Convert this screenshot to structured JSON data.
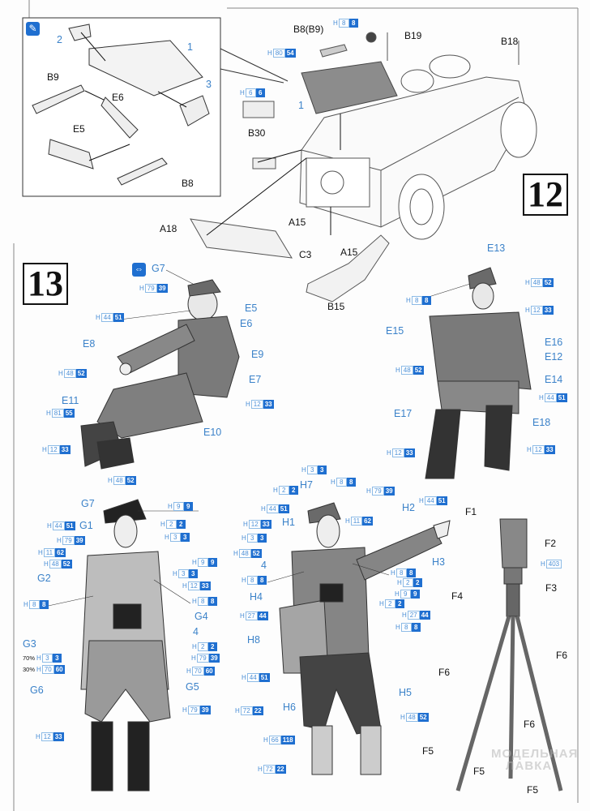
{
  "chip_prefix": "H",
  "colors": {
    "label_blue": "#3b82c9",
    "chip_blue": "#1f6fd0",
    "figure_gray": "#8a8a8a"
  },
  "inset": {
    "icon": "brush-icon",
    "labels": [
      "2",
      "1",
      "3",
      "B9",
      "E6",
      "E5",
      "B8"
    ]
  },
  "step12": {
    "number": "12",
    "labels": [
      "B8(B9)",
      "1",
      "B19",
      "B18",
      "B30",
      "A18",
      "A15",
      "A15",
      "C3",
      "B15"
    ],
    "chips": [
      {
        "h": "80",
        "c": "54"
      },
      {
        "h": "8",
        "c": "8"
      },
      {
        "h": "6",
        "c": "6"
      }
    ]
  },
  "step13": {
    "number": "13",
    "option_icon": "alternative-part-icon"
  },
  "driver": {
    "labels": [
      "G7",
      "E5",
      "E6",
      "E8",
      "E9",
      "E7",
      "E11",
      "E10"
    ],
    "chips": [
      {
        "h": "79",
        "c": "39"
      },
      {
        "h": "44",
        "c": "51"
      },
      {
        "h": "48",
        "c": "52"
      },
      {
        "h": "81",
        "c": "55"
      },
      {
        "h": "12",
        "c": "33"
      },
      {
        "h": "12",
        "c": "33"
      }
    ]
  },
  "passenger": {
    "labels": [
      "E13",
      "E15",
      "E16",
      "E12",
      "E14",
      "E17",
      "E18"
    ],
    "chips": [
      {
        "h": "48",
        "c": "52"
      },
      {
        "h": "8",
        "c": "8"
      },
      {
        "h": "12",
        "c": "33"
      },
      {
        "h": "48",
        "c": "52"
      },
      {
        "h": "44",
        "c": "51"
      },
      {
        "h": "12",
        "c": "33"
      },
      {
        "h": "12",
        "c": "33"
      }
    ]
  },
  "officer": {
    "labels": [
      "G7",
      "G1",
      "G2",
      "G4",
      "4",
      "G3",
      "G6",
      "G5"
    ],
    "chips": [
      {
        "h": "48",
        "c": "52"
      },
      {
        "h": "9",
        "c": "9"
      },
      {
        "h": "44",
        "c": "51"
      },
      {
        "h": "2",
        "c": "2"
      },
      {
        "h": "79",
        "c": "39"
      },
      {
        "h": "3",
        "c": "3"
      },
      {
        "h": "11",
        "c": "62"
      },
      {
        "h": "48",
        "c": "52"
      },
      {
        "h": "9",
        "c": "9"
      },
      {
        "h": "3",
        "c": "3"
      },
      {
        "h": "12",
        "c": "33"
      },
      {
        "h": "8",
        "c": "8"
      },
      {
        "h": "8",
        "c": "8"
      },
      {
        "h": "2",
        "c": "2"
      },
      {
        "h": "79",
        "c": "39"
      },
      {
        "h": "3",
        "c": "3",
        "pct": "70%"
      },
      {
        "h": "70",
        "c": "60",
        "pct": "30%"
      },
      {
        "h": "70",
        "c": "60"
      },
      {
        "h": "79",
        "c": "39"
      },
      {
        "h": "12",
        "c": "33"
      }
    ]
  },
  "pointer": {
    "labels": [
      "H7",
      "H1",
      "H2",
      "H3",
      "4",
      "H4",
      "H8",
      "H5",
      "H6"
    ],
    "chips": [
      {
        "h": "3",
        "c": "3"
      },
      {
        "h": "8",
        "c": "8"
      },
      {
        "h": "2",
        "c": "2"
      },
      {
        "h": "79",
        "c": "39"
      },
      {
        "h": "44",
        "c": "51"
      },
      {
        "h": "12",
        "c": "33"
      },
      {
        "h": "11",
        "c": "62"
      },
      {
        "h": "44",
        "c": "51"
      },
      {
        "h": "3",
        "c": "3"
      },
      {
        "h": "48",
        "c": "52"
      },
      {
        "h": "8",
        "c": "8"
      },
      {
        "h": "8",
        "c": "8"
      },
      {
        "h": "2",
        "c": "2"
      },
      {
        "h": "9",
        "c": "9"
      },
      {
        "h": "2",
        "c": "2"
      },
      {
        "h": "27",
        "c": "44"
      },
      {
        "h": "27",
        "c": "44"
      },
      {
        "h": "8",
        "c": "8"
      },
      {
        "h": "44",
        "c": "51"
      },
      {
        "h": "72",
        "c": "22"
      },
      {
        "h": "48",
        "c": "52"
      },
      {
        "h": "66",
        "c": "118"
      },
      {
        "h": "72",
        "c": "22"
      }
    ]
  },
  "tripod": {
    "labels": [
      "F1",
      "F2",
      "F4",
      "F3",
      "F6",
      "F6",
      "F6",
      "F5",
      "F5",
      "F5"
    ],
    "chips": [
      {
        "h": "403"
      }
    ]
  },
  "watermark": {
    "line1": "МОДЕЛЬНАЯ",
    "line2": "ЛАВКА"
  }
}
